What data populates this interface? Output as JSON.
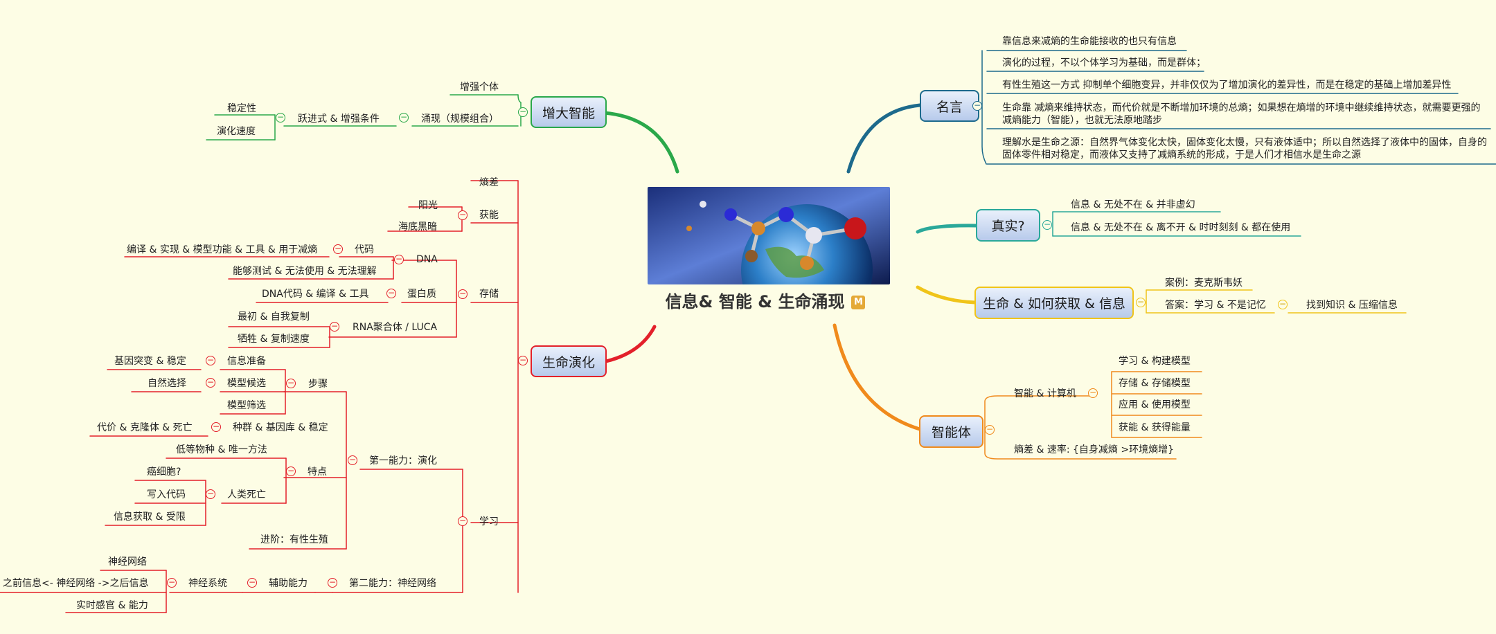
{
  "central": {
    "title": "信息& 智能 & 生命涌现",
    "badge": "M"
  },
  "colors": {
    "quotes": "#1d6a8c",
    "truth": "#2aa89a",
    "life_info": "#f0c419",
    "agent": "#f08a1c",
    "evolution": "#e3202a",
    "increase": "#2aa84a",
    "node_fill": "#c9d8f2",
    "background": "#fdfde5"
  },
  "icons": {
    "collapse": "minus-circle-icon",
    "badge": "m-badge-icon"
  },
  "quotes": {
    "label": "名言",
    "items": [
      "靠信息来减熵的生命能接收的也只有信息",
      "演化的过程，不以个体学习为基础，而是群体；",
      "有性生殖这一方式 抑制单个细胞变异，并非仅仅为了增加演化的差异性，而是在稳定的基础上增加差异性",
      "生命靠 减熵来维持状态，而代价就是不断增加环境的总熵；如果想在熵增的环境中继续维持状态，就需要更强的减熵能力（智能），也就无法原地踏步",
      "理解水是生命之源：自然界气体变化太快，固体变化太慢，只有液体适中；所以自然选择了液体中的固体，自身的固体零件相对稳定，而液体又支持了减熵系统的形成，于是人们才相信水是生命之源"
    ]
  },
  "truth": {
    "label": "真实?",
    "items": [
      "信息 & 无处不在 & 并非虚幻",
      "信息 & 无处不在 & 离不开 & 时时刻刻 & 都在使用"
    ]
  },
  "life_info": {
    "label": "生命 & 如何获取 & 信息",
    "case": "案例：麦克斯韦妖",
    "answer": "答案：学习 & 不是记忆",
    "answer_child": "找到知识 & 压缩信息"
  },
  "agent": {
    "label": "智能体",
    "computer": "智能 & 计算机",
    "computer_items": [
      "学习 & 构建模型",
      "存储 & 存储模型",
      "应用 & 使用模型",
      "获能 & 获得能量"
    ],
    "rate": "熵差 & 速率: {自身减熵 >环境熵增}"
  },
  "increase": {
    "label": "增大智能",
    "individual": "增强个体",
    "emergence": "涌现（规模组合）",
    "leap": "跃进式 & 增强条件",
    "leap_items": [
      "稳定性",
      "演化速度"
    ]
  },
  "evolution": {
    "label": "生命演化",
    "entropy": "熵差",
    "energy": "获能",
    "energy_items": [
      "阳光",
      "海底黑暗"
    ],
    "storage": "存储",
    "dna": "DNA",
    "code": "代码",
    "code_child": "编译 & 实现 & 模型功能 & 工具 & 用于减熵",
    "dna_child2": "能够测试 & 无法使用 & 无法理解",
    "protein": "蛋白质",
    "protein_child": "DNA代码 & 编译 & 工具",
    "rna": "RNA聚合体 / LUCA",
    "rna_items": [
      "最初 & 自我复制",
      "牺牲 & 复制速度"
    ],
    "learning": "学习",
    "ability1": "第一能力：演化",
    "steps": "步骤",
    "info_prep": "信息准备",
    "info_prep_child": "基因突变 & 稳定",
    "model_select": "模型候选",
    "model_select_child": "自然选择",
    "model_filter": "模型筛选",
    "population": "种群 & 基因库 & 稳定",
    "population_child": "代价 & 克隆体 & 死亡",
    "features": "特点",
    "low_species": "低等物种 & 唯一方法",
    "human_death": "人类死亡",
    "human_death_items": [
      "癌细胞?",
      "写入代码",
      "信息获取 & 受限"
    ],
    "advanced": "进阶：有性生殖",
    "ability2": "第二能力：神经网络",
    "aux": "辅助能力",
    "nervous": "神经系统",
    "nervous_items": [
      "神经网络",
      "之前信息<- 神经网络 ->之后信息",
      "实时感官 & 能力"
    ]
  }
}
